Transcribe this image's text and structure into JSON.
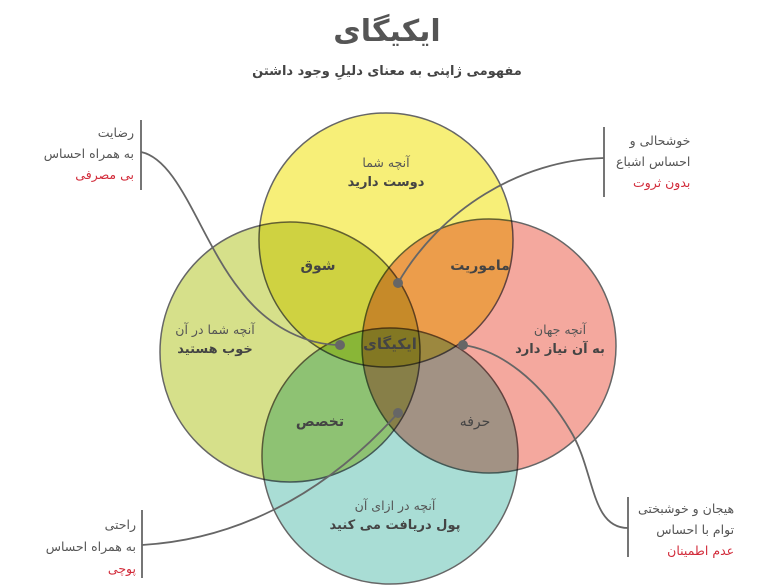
{
  "title": "ایکیگای",
  "subtitle": "مفهومی ژاپنی به معنای دلیلِ وجود داشتن",
  "circles": {
    "top": {
      "line1": "آنچه شما",
      "line2": "دوست دارید",
      "color": "#f7ef78"
    },
    "left": {
      "line1": "آنچه شما در آن",
      "line2": "خوب هستید",
      "color": "#d6e08a"
    },
    "right": {
      "line1": "آنچه جهان",
      "line2": "به آن نیاز دارد",
      "color": "#f4a89e"
    },
    "bottom": {
      "line1": "آنچه در ازای آن",
      "line2": "پول دریافت می کنید",
      "color": "#a9ddd5"
    }
  },
  "overlaps": {
    "passion": "شوق",
    "mission": "ماموریت",
    "profession": "تخصص",
    "vocation": "حرفه",
    "center": "ایکیگای"
  },
  "notes": {
    "top_left": {
      "line1": "رضایت",
      "line2": "به همراه احساس",
      "highlight": "بی مصرفی"
    },
    "top_right": {
      "line1": "خوشحالی و",
      "line2": "احساس اشباع",
      "highlight": "بدون ثروت"
    },
    "bottom_left": {
      "line1": "راحتی",
      "line2": "به همراه احساس",
      "highlight": "پوچی"
    },
    "bottom_right": {
      "line1": "هیجان و خوشبختی",
      "line2": "توام با احساس",
      "highlight": "عدم اطمینان"
    }
  },
  "colors": {
    "highlight": "#d22b3a",
    "line": "#666666"
  }
}
